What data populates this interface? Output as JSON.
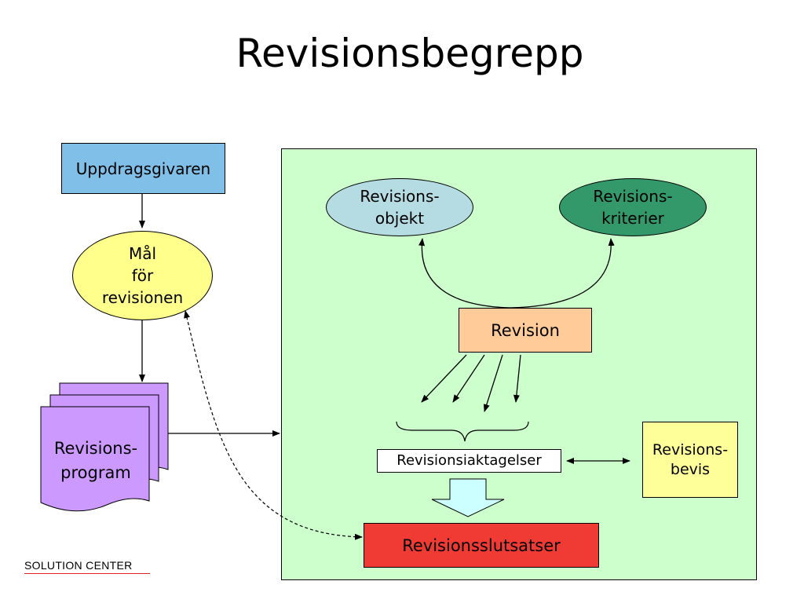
{
  "title": "Revisionsbegrepp",
  "nodes": {
    "uppdragsgivaren": "Uppdragsgivaren",
    "mal": "Mål\nför\nrevisionen",
    "program": "Revisions-\nprogram",
    "objekt": "Revisions-\nobjekt",
    "kriterier": "Revisions-\nkriterier",
    "revision": "Revision",
    "aktagelser": "Revisionsiaktagelser",
    "bevis": "Revisions-\nbevis",
    "slutsatser": "Revisionsslutsatser"
  },
  "footer": "SOLUTION CENTER",
  "colors": {
    "panel": "#ccffcc",
    "uppdragsgivaren": "#7fbfe8",
    "mal": "#ffff8c",
    "program": "#cc99ff",
    "objekt": "#b5dce2",
    "kriterier": "#33996a",
    "revision": "#ffcc99",
    "bevis": "#ffff99",
    "slutsatser": "#ef3b33",
    "block_arrow": "#ccffff",
    "footer_line": "#e02020"
  }
}
